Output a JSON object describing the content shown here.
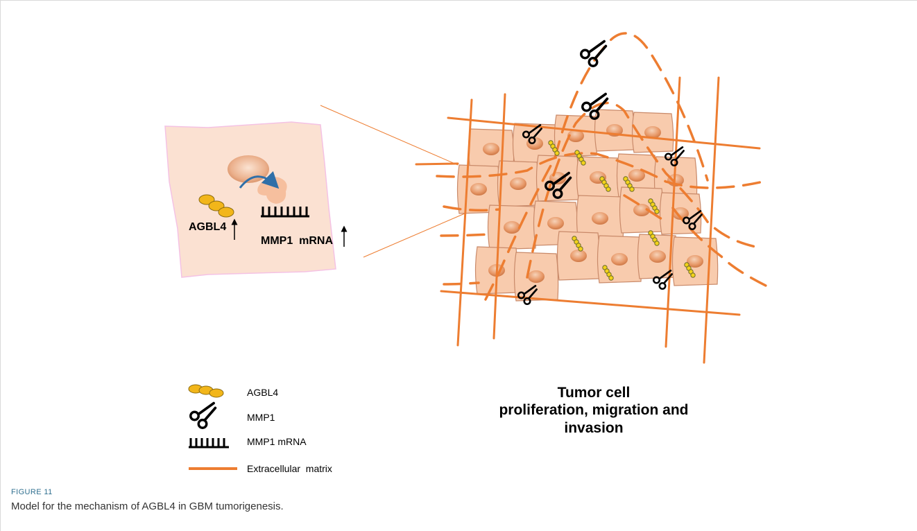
{
  "colors": {
    "ecm": "#ED7D31",
    "cell_fill": "#F8CBAD",
    "cell_stroke": "#C98A6A",
    "agbl4": "#F2B61A",
    "caption_label": "#2f6f8f"
  },
  "icons": [
    "agbl4-chain-icon",
    "scissors-icon",
    "mrna-comb-icon",
    "ecm-line-icon",
    "curved-arrow-icon",
    "up-arrow-icon"
  ],
  "inset": {
    "agbl4_label": "AGBL4",
    "mmp1_mrna_label": "MMP1  mRNA"
  },
  "outcome": {
    "line1": "Tumor cell",
    "line2": "proliferation, migration and",
    "line3": "invasion"
  },
  "legend": {
    "agbl4": "AGBL4",
    "mmp1": "MMP1",
    "mmp1_mrna": "MMP1 mRNA",
    "ecm": "Extracellular  matrix"
  },
  "caption": {
    "label": "FIGURE 11",
    "text": "Model for the mechanism of AGBL4 in GBM tumorigenesis."
  }
}
